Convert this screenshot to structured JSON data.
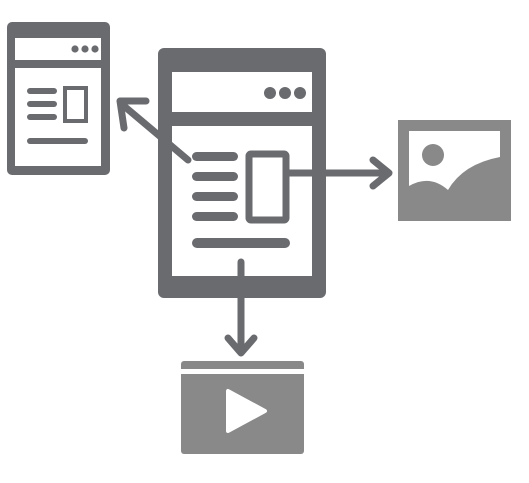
{
  "diagram": {
    "colors": {
      "dark": "#6a6b6f",
      "light": "#898989",
      "background": "#ffffff"
    },
    "nodes": {
      "main_document": {
        "icon": "document-icon"
      },
      "small_document": {
        "icon": "document-icon"
      },
      "image": {
        "icon": "image-icon"
      },
      "video": {
        "icon": "video-play-icon"
      }
    },
    "edges": [
      {
        "from": "main_document",
        "to": "small_document",
        "icon": "arrow-icon"
      },
      {
        "from": "main_document",
        "to": "image",
        "icon": "arrow-icon"
      },
      {
        "from": "main_document",
        "to": "video",
        "icon": "arrow-icon"
      }
    ]
  }
}
